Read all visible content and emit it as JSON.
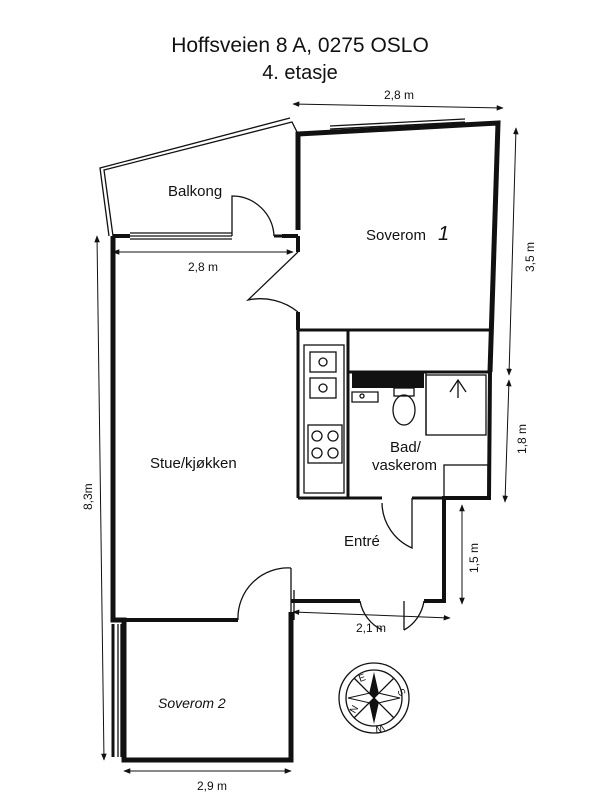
{
  "header": {
    "address": "Hoffsveien 8 A, 0275 OSLO",
    "floor": "4. etasje"
  },
  "rooms": {
    "balkong": "Balkong",
    "soverom1": "Soverom",
    "soverom1_num": "1",
    "stue": "Stue/kjøkken",
    "bad_line1": "Bad/",
    "bad_line2": "vaskerom",
    "entre": "Entré",
    "soverom2": "Soverom 2"
  },
  "dimensions": {
    "top_width": "2,8 m",
    "balcony_width": "2,8 m",
    "bedroom1_height": "3,5 m",
    "bath_height": "1,8 m",
    "total_height": "8,3m",
    "entry_height": "1,5 m",
    "entry_width": "2,1 m",
    "bedroom2_width": "2,9 m"
  },
  "compass": {
    "n": "N",
    "e": "E",
    "s": "S",
    "w": "W"
  }
}
